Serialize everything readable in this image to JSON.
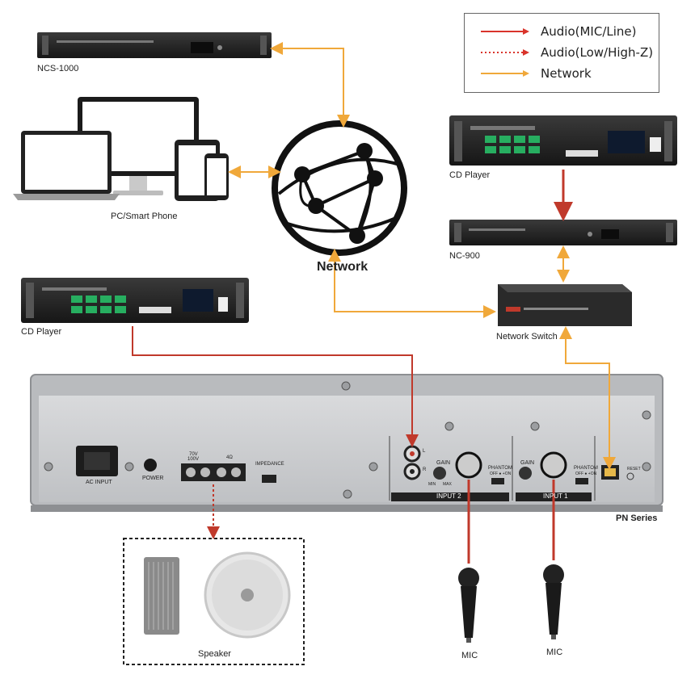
{
  "legend": {
    "items": [
      {
        "label": "Audio(MIC/Line)",
        "color": "#d9332b",
        "style": "solid"
      },
      {
        "label": "Audio(Low/High-Z)",
        "color": "#d9332b",
        "style": "dotted"
      },
      {
        "label": "Network",
        "color": "#f0a83a",
        "style": "solid"
      }
    ]
  },
  "devices": {
    "ncs1000": "NCS-1000",
    "pc": "PC/Smart Phone",
    "network": "Network",
    "cd_player_top": "CD Player",
    "nc900": "NC-900",
    "network_switch": "Network Switch",
    "cd_player_left": "CD Player",
    "pn_series": "PN Series",
    "speaker": "Speaker",
    "mic_left": "MIC",
    "mic_right": "MIC"
  },
  "panel": {
    "ac_input": "AC INPUT",
    "power": "POWER",
    "impedance": "IMPEDANCE",
    "input2": "INPUT 2",
    "input1": "INPUT 1",
    "gain": "GAIN",
    "phantom": "PHANTOM",
    "reset": "RESET",
    "v70": "70V",
    "v100": "100V",
    "ohm": "4Ω",
    "min": "MIN",
    "max": "MAX",
    "off_on": "OFF ● +ON",
    "channel_l": "L",
    "channel_r": "R"
  }
}
